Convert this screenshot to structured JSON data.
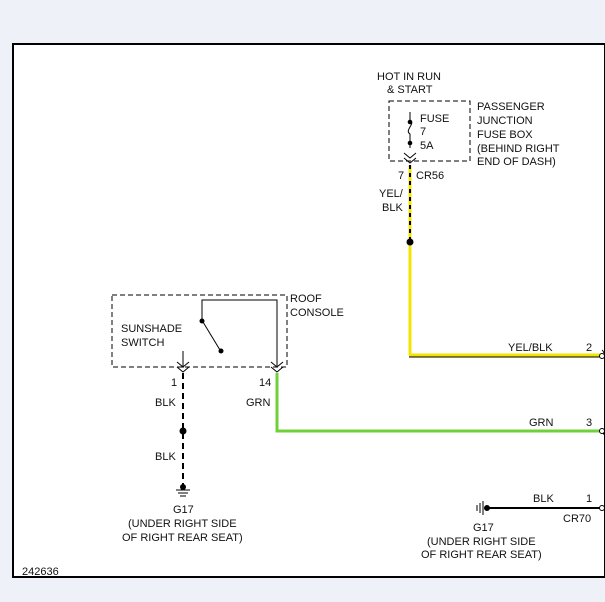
{
  "colors": {
    "yellow_wire": "#f2e500",
    "green_wire": "#6fd13a",
    "sheet": "#ffffff",
    "outside": "#eef1f7"
  },
  "fuse_box": {
    "hot_line1": "HOT IN RUN",
    "hot_line2": "& START",
    "fuse_label": "FUSE",
    "fuse_number": "7",
    "fuse_rating": "5A",
    "pin": "7",
    "connector": "CR56",
    "name_lines": [
      "PASSENGER",
      "JUNCTION",
      "FUSE BOX",
      "(BEHIND RIGHT",
      "END OF DASH)"
    ]
  },
  "wire_yelblk": {
    "label_line1": "YEL/",
    "label_line2": "BLK",
    "right_label": "YEL/BLK",
    "pin": "2"
  },
  "roof_console": {
    "name_line1": "ROOF",
    "name_line2": "CONSOLE",
    "switch_line1": "SUNSHADE",
    "switch_line2": "SWITCH",
    "pin_left": "1",
    "pin_right": "14"
  },
  "wire_blk": {
    "label_upper": "BLK",
    "label_lower": "BLK"
  },
  "wire_grn": {
    "label_left": "GRN",
    "label_right": "GRN",
    "pin": "3"
  },
  "ground_left": {
    "name": "G17",
    "line1": "(UNDER RIGHT SIDE",
    "line2": "OF RIGHT REAR SEAT)"
  },
  "ground_right": {
    "name": "G17",
    "line1": "(UNDER RIGHT SIDE",
    "line2": "OF RIGHT REAR SEAT)",
    "wire_label": "BLK",
    "pin": "1",
    "connector": "CR70"
  },
  "figure_id": "242636"
}
